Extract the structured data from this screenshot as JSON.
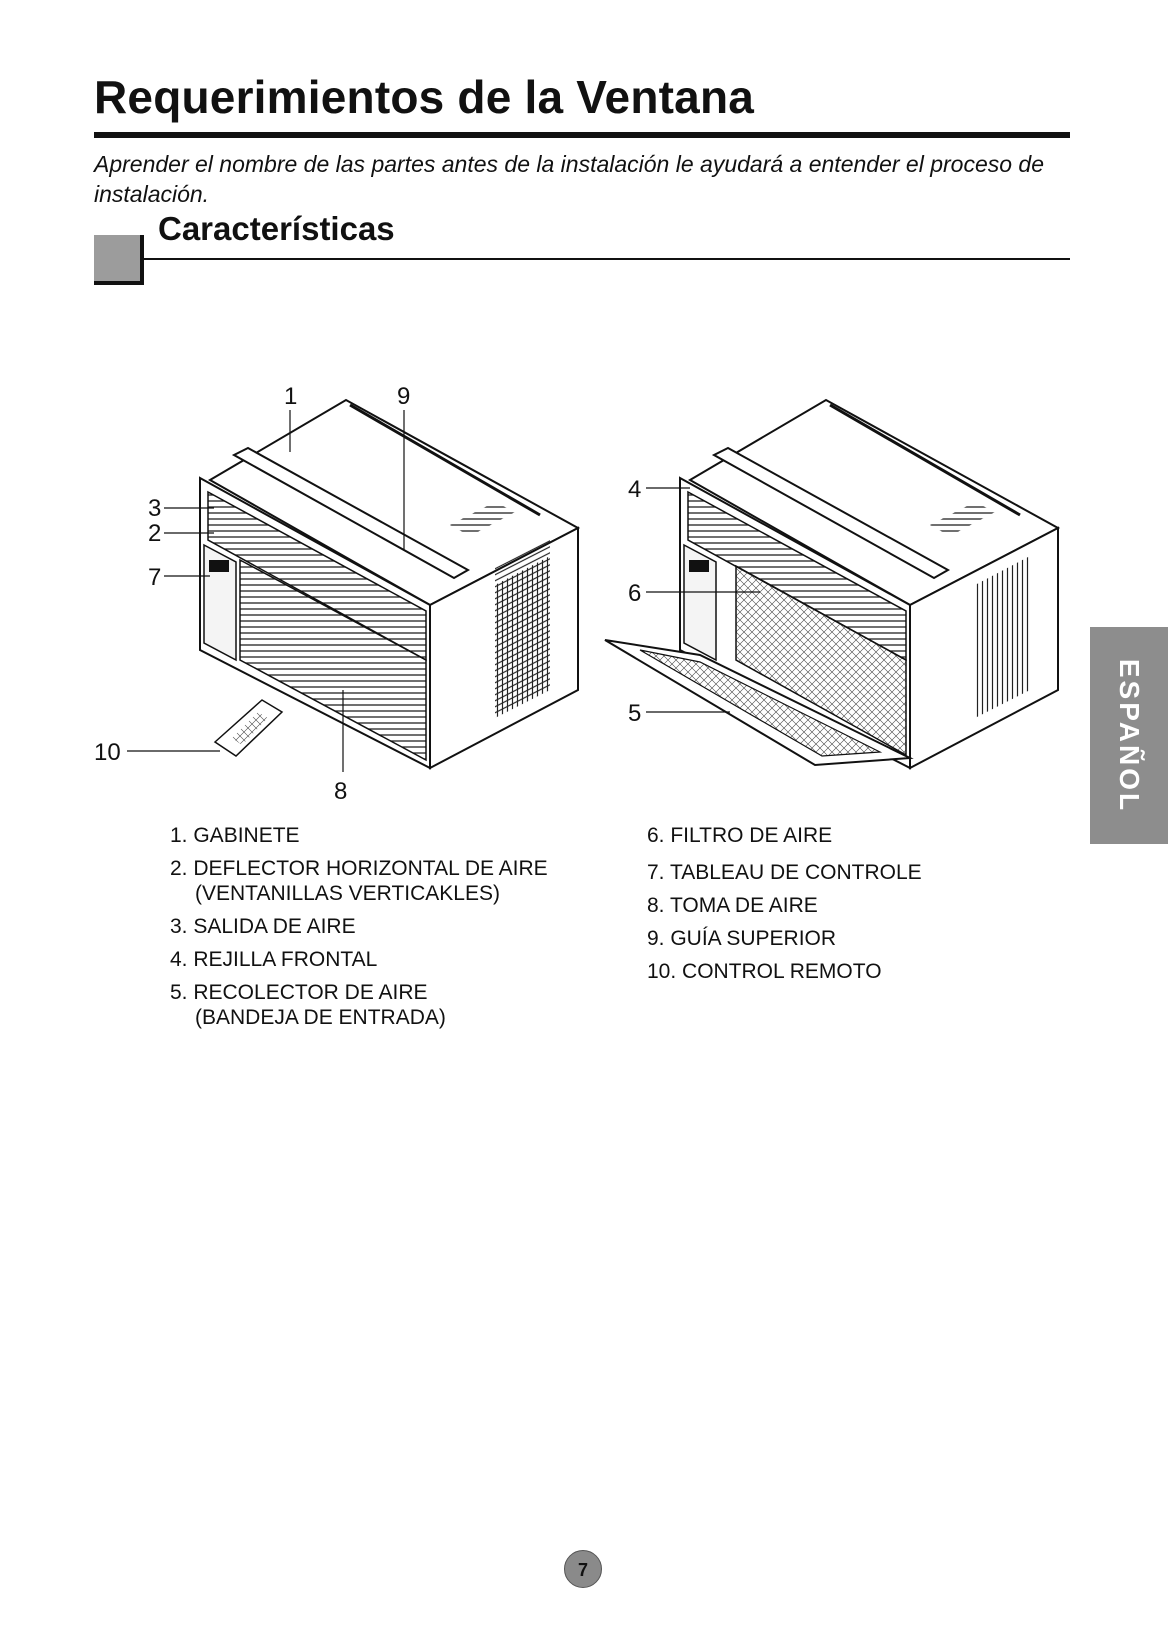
{
  "page": {
    "title": "Requerimientos de la Ventana",
    "intro": "Aprender el nombre de las partes antes de la instalación le ayudará a entender el proceso de instalación.",
    "section_title": "Características",
    "side_tab": "ESPAÑOL",
    "page_number": "7"
  },
  "callouts": {
    "c1": "1",
    "c2": "2",
    "c3": "3",
    "c4": "4",
    "c5": "5",
    "c6": "6",
    "c7": "7",
    "c8": "8",
    "c9": "9",
    "c10": "10"
  },
  "legend_left": [
    {
      "line1": "1. GABINETE",
      "line2": ""
    },
    {
      "line1": "2. DEFLECTOR HORIZONTAL DE AIRE",
      "line2": "(VENTANILLAS VERTICAKLES)"
    },
    {
      "line1": "3. SALIDA DE AIRE",
      "line2": ""
    },
    {
      "line1": "4. REJILLA FRONTAL",
      "line2": ""
    },
    {
      "line1": "5. RECOLECTOR DE AIRE",
      "line2": "(BANDEJA DE ENTRADA)"
    }
  ],
  "legend_right": [
    {
      "line1": "6. FILTRO DE AIRE"
    },
    {
      "line1": "7. TABLEAU DE CONTROLE"
    },
    {
      "line1": "8. TOMA DE AIRE"
    },
    {
      "line1": "9. GUÍA SUPERIOR"
    },
    {
      "line1": "10. CONTROL REMOTO"
    }
  ]
}
